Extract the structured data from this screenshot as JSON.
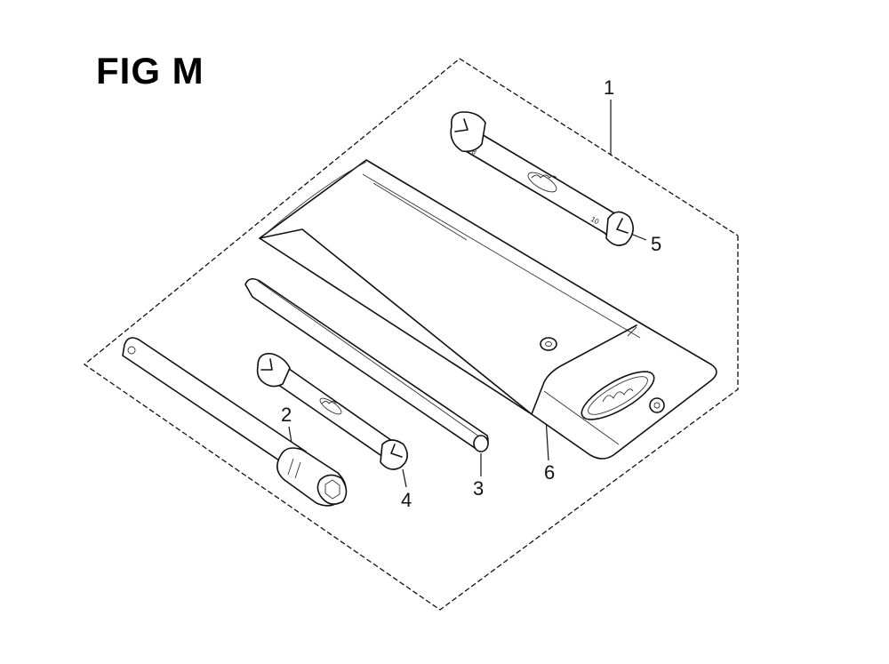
{
  "figure": {
    "title": "FIG M"
  },
  "callouts": [
    {
      "id": "1",
      "label": "1"
    },
    {
      "id": "2",
      "label": "2"
    },
    {
      "id": "3",
      "label": "3"
    },
    {
      "id": "4",
      "label": "4"
    },
    {
      "id": "5",
      "label": "5"
    },
    {
      "id": "6",
      "label": "6"
    }
  ]
}
